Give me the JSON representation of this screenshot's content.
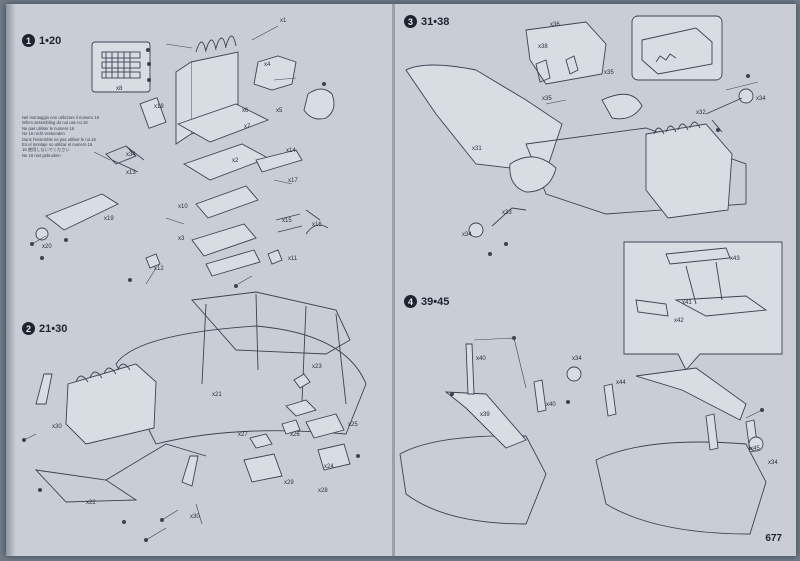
{
  "steps": [
    {
      "number": "1",
      "range": "1•20"
    },
    {
      "number": "2",
      "range": "21•30"
    },
    {
      "number": "3",
      "range": "31•38"
    },
    {
      "number": "4",
      "range": "39•45"
    }
  ],
  "notes": [
    "Nel montaggio non utilizzare il numero 16",
    "When assembling do not use no.16",
    "Ne pas utiliser le numero 16",
    "No 16 nicht verwenden",
    "Dans l'ensemble ne pas utiliser le no.16",
    "En el montaje no utilizar el numero 16",
    "16 使用しないでください",
    "No 16 niet gebruiken"
  ],
  "page_number": "677",
  "part_labels": {
    "x1": "x1",
    "x8": "x8",
    "x13": "x13",
    "x34": "x34",
    "x20": "x20",
    "x19": "x19",
    "x2": "x2",
    "x3": "x3",
    "x4": "x4",
    "x5": "x5",
    "x6": "x6",
    "x7": "x7",
    "x10": "x10",
    "x11": "x11",
    "x12": "x12",
    "x14": "x14",
    "x15": "x15",
    "x16": "x16",
    "x17": "x17",
    "x18": "x18",
    "x21": "x21",
    "x22": "x22",
    "x23": "x23",
    "x24": "x24",
    "x25": "x25",
    "x26": "x26",
    "x27": "x27",
    "x28": "x28",
    "x29": "x29",
    "x30": "x30",
    "x31": "x31",
    "x32": "x32",
    "x33": "x33",
    "x35": "x35",
    "x36": "x36",
    "x38": "x38",
    "x39": "x39",
    "x40": "x40",
    "x41": "x41",
    "x42": "x42",
    "x43": "x43",
    "x44": "x44",
    "x45": "x45"
  }
}
